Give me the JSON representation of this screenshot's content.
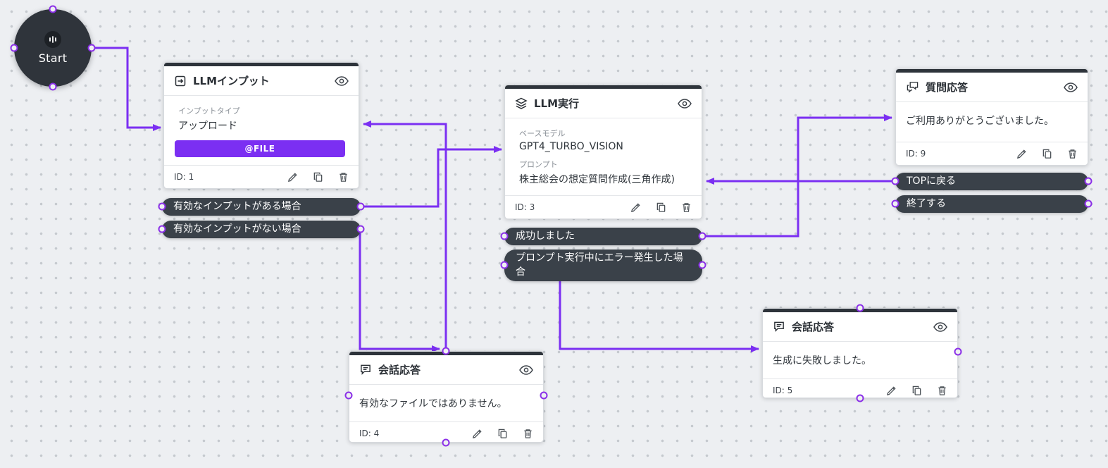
{
  "canvas": {
    "start_node": {
      "label": "Start"
    },
    "nodes": {
      "llm_input": {
        "title": "LLMインプット",
        "fields": [
          {
            "label": "インプットタイプ",
            "value": "アップロード"
          }
        ],
        "file_button_label": "@FILE",
        "id_label": "ID: 1"
      },
      "llm_exec": {
        "title": "LLM実行",
        "fields": [
          {
            "label": "ベースモデル",
            "value": "GPT4_TURBO_VISION"
          },
          {
            "label": "プロンプト",
            "value": "株主総会の想定質問作成(三角作成)"
          }
        ],
        "id_label": "ID: 3"
      },
      "question_response": {
        "title": "質問応答",
        "body": "ご利用ありがとうございました。",
        "id_label": "ID: 9"
      },
      "chat_response_4": {
        "title": "会話応答",
        "body": "有効なファイルではありません。",
        "id_label": "ID: 4"
      },
      "chat_response_5": {
        "title": "会話応答",
        "body": "生成に失敗しました。",
        "id_label": "ID: 5"
      }
    },
    "branch_pills": {
      "input_valid": "有効なインプットがある場合",
      "input_invalid": "有効なインプットがない場合",
      "exec_success": "成功しました",
      "exec_error": "プロンプト実行中にエラー発生した場合",
      "back_to_top": "TOPに戻る",
      "finish": "終了する"
    },
    "icons": {
      "node_header_right": "eye-icon",
      "node_footer": [
        "edit-pencil-icon",
        "duplicate-icon",
        "trash-icon"
      ],
      "start_badge": "grip-icon",
      "llm_input_header": "input-box-icon",
      "llm_exec_header": "layers-icon",
      "question_response_header": "qa-bubbles-icon",
      "chat_response_header": "chat-bubble-icon"
    },
    "colors": {
      "accent_purple": "#7b2ff2",
      "port_ring": "#8b2fe8",
      "pill_background": "#3a4149",
      "node_top_bar": "#2e343b",
      "start_background": "#2f343b",
      "canvas_background": "#edeff2"
    }
  }
}
